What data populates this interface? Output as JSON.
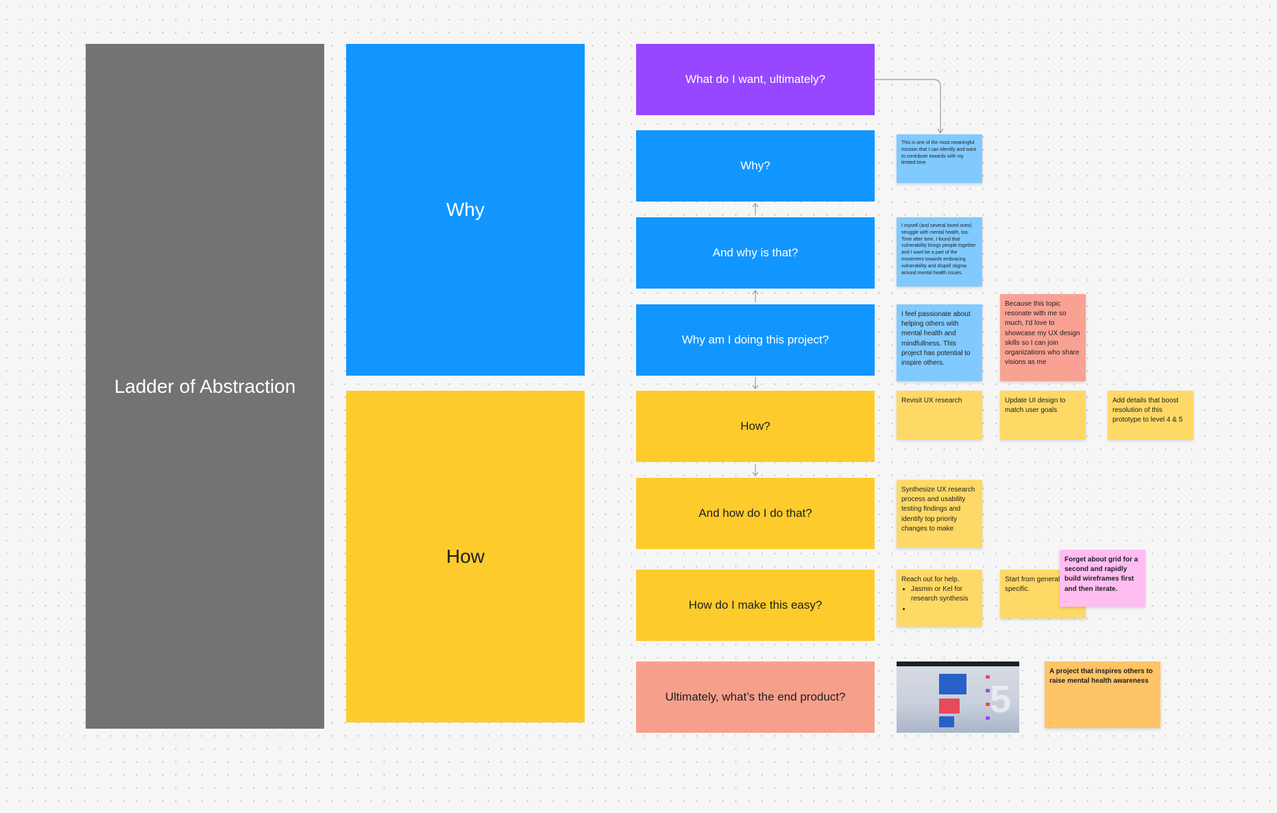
{
  "columns": {
    "ladder": "Ladder of Abstraction",
    "why": "Why",
    "how": "How"
  },
  "questions": [
    "What do I want, ultimately?",
    "Why?",
    "And why is that?",
    "Why am I doing this project?",
    "How?",
    "And how do I do that?",
    "How do I make this easy?",
    "Ultimately, what’s the end product?"
  ],
  "stickies": {
    "s1": "This is one of the most meaningful mission that I can identify and want to contribute towards with my limited time.",
    "s2": "I myself (and several loved ones) struggle with mental health, too. Time after time, I found that vulnerability brings people together and I want be a part of the movement towards embracing vulnerability and dispell stigma around mental health issues.",
    "s3": "I feel passionate about helping others with mental health and mindfullness. This project has potential to inspire others.",
    "s4": "Because this topic resonate with me so much, I'd love to showcase my UX design skills so I can join organizations who share visions as me",
    "s5": "Revisit UX research",
    "s6": "Update UI design to match user goals",
    "s7": "Add details that boost resolution of this prototype to level 4 & 5",
    "s8": "Synthesize UX research process and usability testing findings and identify top priority changes to make",
    "s9_title": "Reach out for help.",
    "s9_bullets": [
      "Jasmin or Kel for research synthesis",
      ""
    ],
    "s10": "Start from general to specific.",
    "s11": "Forget about grid for a second and rapidly build wireframes first and then iterate.",
    "s12": "A project that inspires others to raise mental health awareness"
  },
  "colors": {
    "gray": "#737373",
    "blue": "#1196ff",
    "yellow": "#fecb2d",
    "purple": "#9747ff",
    "salmon": "#f6a08c",
    "sticky_blue": "#80caff",
    "sticky_yellow": "#fed966",
    "sticky_salmon": "#f9a294",
    "sticky_pink": "#ffbdf2",
    "sticky_orange": "#ffc466"
  },
  "icons": {
    "thumbnail": "prototype-screenshot-thumbnail"
  }
}
